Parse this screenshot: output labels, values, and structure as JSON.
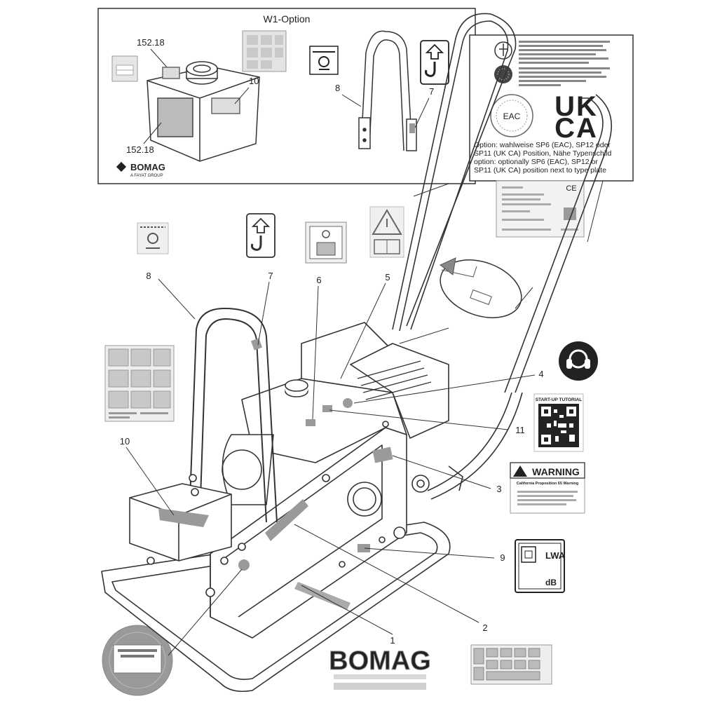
{
  "option_box": {
    "title": "W1-Option",
    "label_tank_top": "152.18",
    "label_tank_side": "152.18",
    "label_tank_cap": "10",
    "label_handle": "8",
    "label_hook": "7",
    "brand": "BOMAG"
  },
  "eu_box": {
    "note": "Option: wahlweise SP6 (EAC), SP12 oder SP11 (UK CA) Position, Nähe Typenschild option: optionally SP6 (EAC), SP12 or SP11 (UK CA) position next to type plate",
    "note_lines": [
      "Option: wahlweise SP6 (EAC), SP12 oder",
      "SP11 (UK CA) Position, Nähe Typenschild",
      "option: optionally SP6 (EAC), SP12 or",
      "SP11 (UK CA) position next to type plate"
    ],
    "eac_mark": "EAC",
    "ukca_top": "UK",
    "ukca_bottom": "CA"
  },
  "type_plate": {
    "ce_mark": "CE"
  },
  "callouts": {
    "c1": "1",
    "c2": "2",
    "c3": "3",
    "c4": "4",
    "c5": "5",
    "c6": "6",
    "c7": "7",
    "c8": "8",
    "c9": "9",
    "c10": "10",
    "c11": "11"
  },
  "decals": {
    "qr_title": "START-UP TUTORIAL",
    "warning_title": "WARNING",
    "warning_subtitle": "California Proposition 65 Warning",
    "lwa_symbol": "LWA",
    "lwa_unit": "dB",
    "bomag_large": "BOMAG"
  }
}
